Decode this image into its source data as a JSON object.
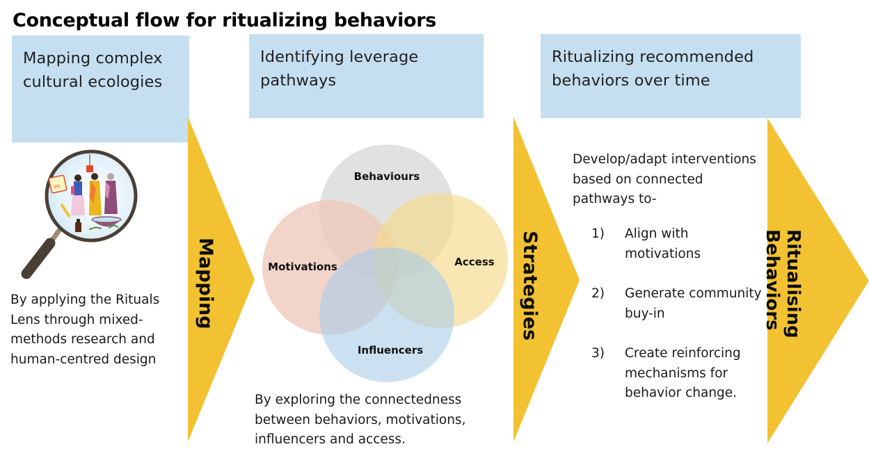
{
  "title": "Conceptual flow for ritualizing behaviors",
  "colors": {
    "header_box": "#c5dff1",
    "chevron": "#f2c232",
    "circle_behaviours": "#d9d9d9",
    "circle_motivations": "#efc5b5",
    "circle_access": "#f7df9b",
    "circle_influencers": "#bcd8ef",
    "magnifier_frame": "#4a3f35"
  },
  "stages": [
    {
      "header": "Mapping complex cultural ecologies",
      "description": "By applying the Rituals Lens through mixed-methods research and human-centred design",
      "illustration": "magnifying-glass-community-illustration"
    },
    {
      "header": "Identifying leverage pathways",
      "description": "By exploring the connectedness between behaviors, motivations, influencers and access."
    },
    {
      "header": "Ritualizing recommended behaviors over time",
      "intro": "Develop/adapt interventions based on connected pathways to-",
      "items": [
        {
          "num": "1)",
          "text": "Align with motivations"
        },
        {
          "num": "2)",
          "text": "Generate community buy-in"
        },
        {
          "num": "3)",
          "text": "Create reinforcing mechanisms for behavior change."
        }
      ]
    }
  ],
  "chevrons": [
    {
      "label": "Mapping"
    },
    {
      "label": "Strategies"
    },
    {
      "label_line1": "Ritualising",
      "label_line2": "Behaviors"
    }
  ],
  "venn": {
    "behaviours": "Behaviours",
    "motivations": "Motivations",
    "access": "Access",
    "influencers": "Influencers"
  }
}
